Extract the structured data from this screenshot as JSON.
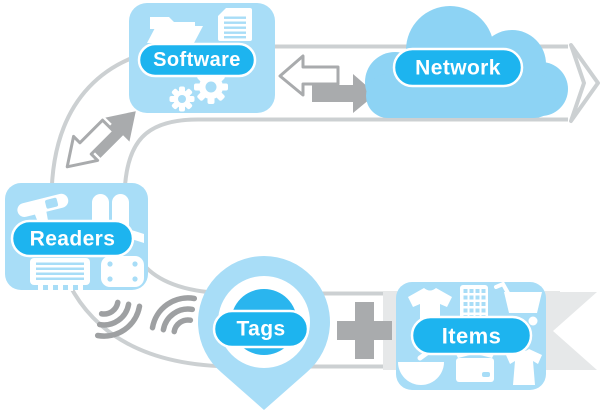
{
  "diagram": {
    "type": "rfid-system-flow",
    "nodes": {
      "software": {
        "label": "Software",
        "icons": [
          "folder-icon",
          "document-icon",
          "gears-icon"
        ]
      },
      "network": {
        "label": "Network",
        "shape": "cloud"
      },
      "readers": {
        "label": "Readers",
        "icons": [
          "scanner-icon",
          "handheld-terminals-icon",
          "antenna-panel-icon",
          "reader-pad-icon"
        ]
      },
      "tags": {
        "label": "Tags",
        "shape": "map-pin"
      },
      "items": {
        "label": "Items",
        "icons": [
          "tshirt-icon",
          "calculator-icon",
          "shopping-cart-icon",
          "bowl-spoon-icon",
          "package-box-icon",
          "shirt-icon"
        ]
      }
    },
    "connectors": {
      "software_network": "double-arrows-horizontal",
      "readers_software": "double-arrows-diagonal",
      "readers_tags": "radio-waves",
      "tags_items": "plus-sign",
      "flow_band": "u-shaped band ending in arrow chevron (top right) and notched banner (bottom right)"
    },
    "colors": {
      "node_fill": "#a8ddf7",
      "cloud_fill": "#8dd3f4",
      "pill_fill": "#1db4ef",
      "tag_inner_circle": "#2ab5ee",
      "band_edge": "#ccd0d2",
      "banner_fill": "#e6e8e9",
      "arrow_gray": "#a9abad",
      "wave_gray": "#9ea0a2",
      "icon_white": "#ffffff",
      "background": "#ffffff"
    }
  }
}
